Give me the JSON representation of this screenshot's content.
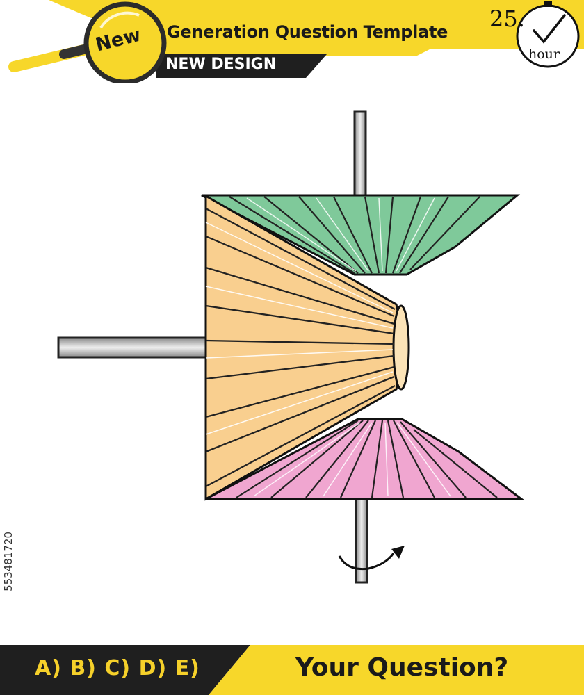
{
  "header": {
    "badge": "New",
    "title": "Generation Question Template",
    "subtitle": "NEW DESIGN",
    "timer_value": "25.",
    "timer_unit": "hour"
  },
  "side_watermark": "553481720",
  "footer": {
    "answer_choices": "A) B) C) D) E)",
    "question_prompt": "Your Question?"
  },
  "colors": {
    "brand_yellow": "#f7d72a",
    "dark_band": "#1f1f1f",
    "green_wheel": "#7fc99a",
    "orange_wheel": "#f9cf8f",
    "pink_wheel": "#f0a6d0",
    "shaft": "#b9b9b9"
  },
  "icons": [
    "magnifier-icon",
    "stopwatch-icon",
    "check-icon",
    "rotation-arrow-icon"
  ]
}
